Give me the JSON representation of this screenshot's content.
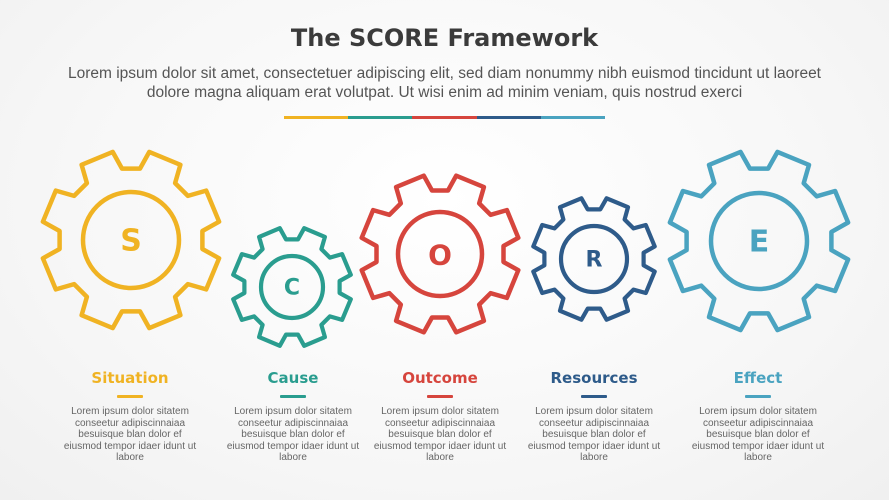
{
  "header": {
    "title": "The SCORE Framework",
    "subtitle": "Lorem ipsum dolor sit amet, consectetuer adipiscing elit, sed diam nonummy nibh euismod tincidunt ut laoreet dolore magna aliquam erat volutpat. Ut wisi enim ad minim veniam, quis nostrud exerci"
  },
  "colors": [
    "#f0b323",
    "#2a9d8f",
    "#d6453d",
    "#2e5b8a",
    "#4aa3c0"
  ],
  "steps": [
    {
      "letter": "S",
      "label": "Situation",
      "color": "#f0b323",
      "desc": "Lorem ipsum dolor sitatem conseetur adipiscinnaiaa besuisque blan dolor ef eiusmod tempor idaer idunt ut labore"
    },
    {
      "letter": "C",
      "label": "Cause",
      "color": "#2a9d8f",
      "desc": "Lorem ipsum dolor sitatem conseetur adipiscinnaiaa besuisque blan dolor ef eiusmod tempor idaer idunt ut labore"
    },
    {
      "letter": "O",
      "label": "Outcome",
      "color": "#d6453d",
      "desc": "Lorem ipsum dolor sitatem conseetur adipiscinnaiaa besuisque blan dolor ef eiusmod tempor idaer idunt ut labore"
    },
    {
      "letter": "R",
      "label": "Resources",
      "color": "#2e5b8a",
      "desc": "Lorem ipsum dolor sitatem conseetur adipiscinnaiaa besuisque blan dolor ef eiusmod tempor idaer idunt ut labore"
    },
    {
      "letter": "E",
      "label": "Effect",
      "color": "#4aa3c0",
      "desc": "Lorem ipsum dolor sitatem conseetur adipiscinnaiaa besuisque blan dolor ef eiusmod tempor idaer idunt ut labore"
    }
  ]
}
